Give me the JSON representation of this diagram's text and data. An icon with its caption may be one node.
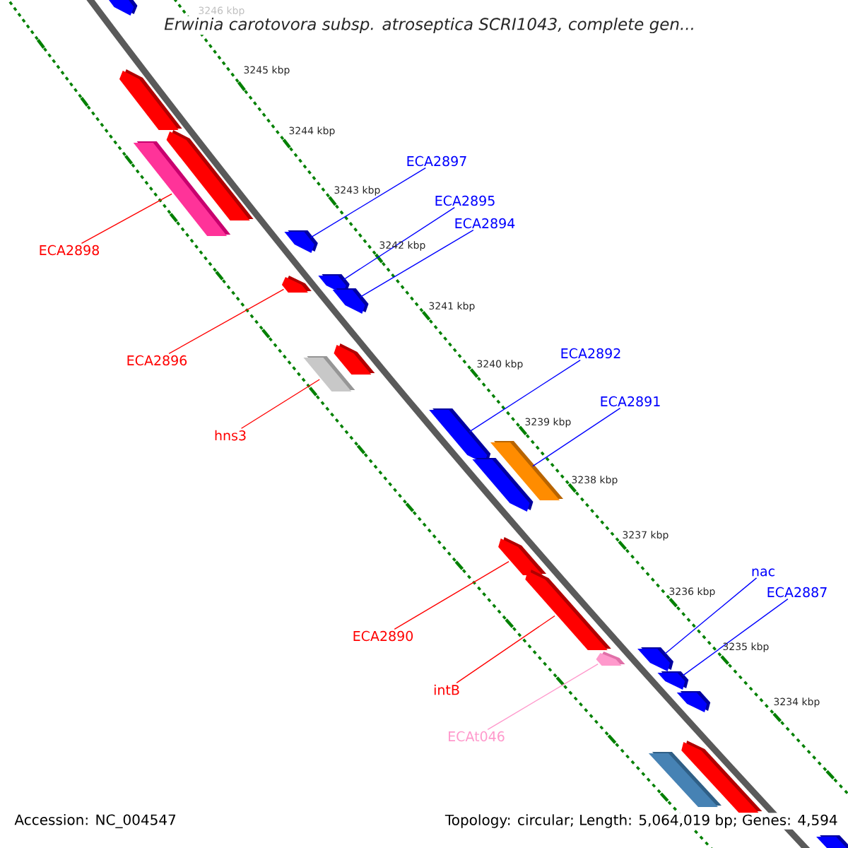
{
  "diagram": {
    "title": "Erwinia carotovora subsp. atroseptica SCRI1043, complete gen...",
    "nodes": [
      {
        "text": [
          "ECA2897"
        ]
      },
      {
        "text": [
          "ECA2895"
        ]
      },
      {
        "text": [
          "ECA2898"
        ]
      },
      {
        "text": [
          "ECA2894"
        ]
      },
      {
        "text": [
          "ECA2896"
        ]
      },
      {
        "text": [
          "ECA2892"
        ]
      },
      {
        "text": [
          "hns3"
        ]
      },
      {
        "text": [
          "ECA2891"
        ]
      },
      {
        "text": [
          "nac"
        ]
      },
      {
        "text": [
          "ECA2887"
        ]
      },
      {
        "text": [
          "ECA2890"
        ]
      },
      {
        "text": [
          "intB"
        ]
      },
      {
        "text": [
          "ECAt046"
        ]
      },
      {
        "text": [],
        "shape": "bar"
      },
      {
        "text": [],
        "shape": "bar"
      },
      {
        "text": [],
        "shape": "bar"
      },
      {
        "text": [],
        "shape": "bar"
      },
      {
        "text": [],
        "shape": "bar"
      },
      {
        "text": [],
        "shape": "bar"
      },
      {
        "text": [],
        "shape": "bar"
      },
      {
        "text": [],
        "shape": "bar"
      },
      {
        "text": [],
        "shape": "bar"
      },
      {
        "text": [],
        "shape": "bar"
      },
      {
        "text": [],
        "shape": "bar"
      },
      {
        "text": [],
        "shape": "bar"
      },
      {
        "text": [],
        "shape": "bar"
      },
      {
        "text": [],
        "shape": "bar"
      },
      {
        "text": [],
        "shape": "bar"
      },
      {
        "text": [],
        "shape": "bar"
      },
      {
        "text": [],
        "shape": "bar"
      },
      {
        "text": [],
        "shape": "bar"
      },
      {
        "text": [],
        "shape": "bar"
      },
      {
        "text": [],
        "shape": "bar"
      },
      {
        "text": [],
        "shape": "bar"
      },
      {
        "text": [],
        "shape": "bar"
      }
    ],
    "edges": [
      {
        "from": 0,
        "to": 17,
        "arrow": "none"
      },
      {
        "from": 1,
        "to": 19,
        "arrow": "none"
      },
      {
        "from": 2,
        "to": 16,
        "arrow": "none",
        "color": "#ff0000"
      },
      {
        "from": 3,
        "to": 20,
        "arrow": "none"
      },
      {
        "from": 4,
        "to": 18,
        "arrow": "none",
        "color": "#ff0000"
      },
      {
        "from": 5,
        "to": 23,
        "arrow": "none"
      },
      {
        "from": 6,
        "to": 22,
        "arrow": "none",
        "color": "#ff0000"
      },
      {
        "from": 7,
        "to": 24,
        "arrow": "none"
      },
      {
        "from": 8,
        "to": 28,
        "arrow": "none"
      },
      {
        "from": 9,
        "to": 30,
        "arrow": "none"
      },
      {
        "from": 10,
        "to": 26,
        "arrow": "none",
        "color": "#ff0000"
      },
      {
        "from": 11,
        "to": 27,
        "arrow": "none",
        "color": "#ff0000"
      },
      {
        "from": 12,
        "to": 29,
        "arrow": "none",
        "color": "#ff99cc"
      }
    ],
    "labels": [
      "3246 kbp",
      "3245 kbp",
      "3244 kbp",
      "3243 kbp",
      "3242 kbp",
      "3241 kbp",
      "3240 kbp",
      "3239 kbp",
      "3238 kbp",
      "3237 kbp",
      "3236 kbp",
      "3235 kbp",
      "3234 kbp",
      "Accession: NC_004547",
      "Topology: circular; Length: 5,064,019 bp; Genes: 4,594"
    ]
  }
}
